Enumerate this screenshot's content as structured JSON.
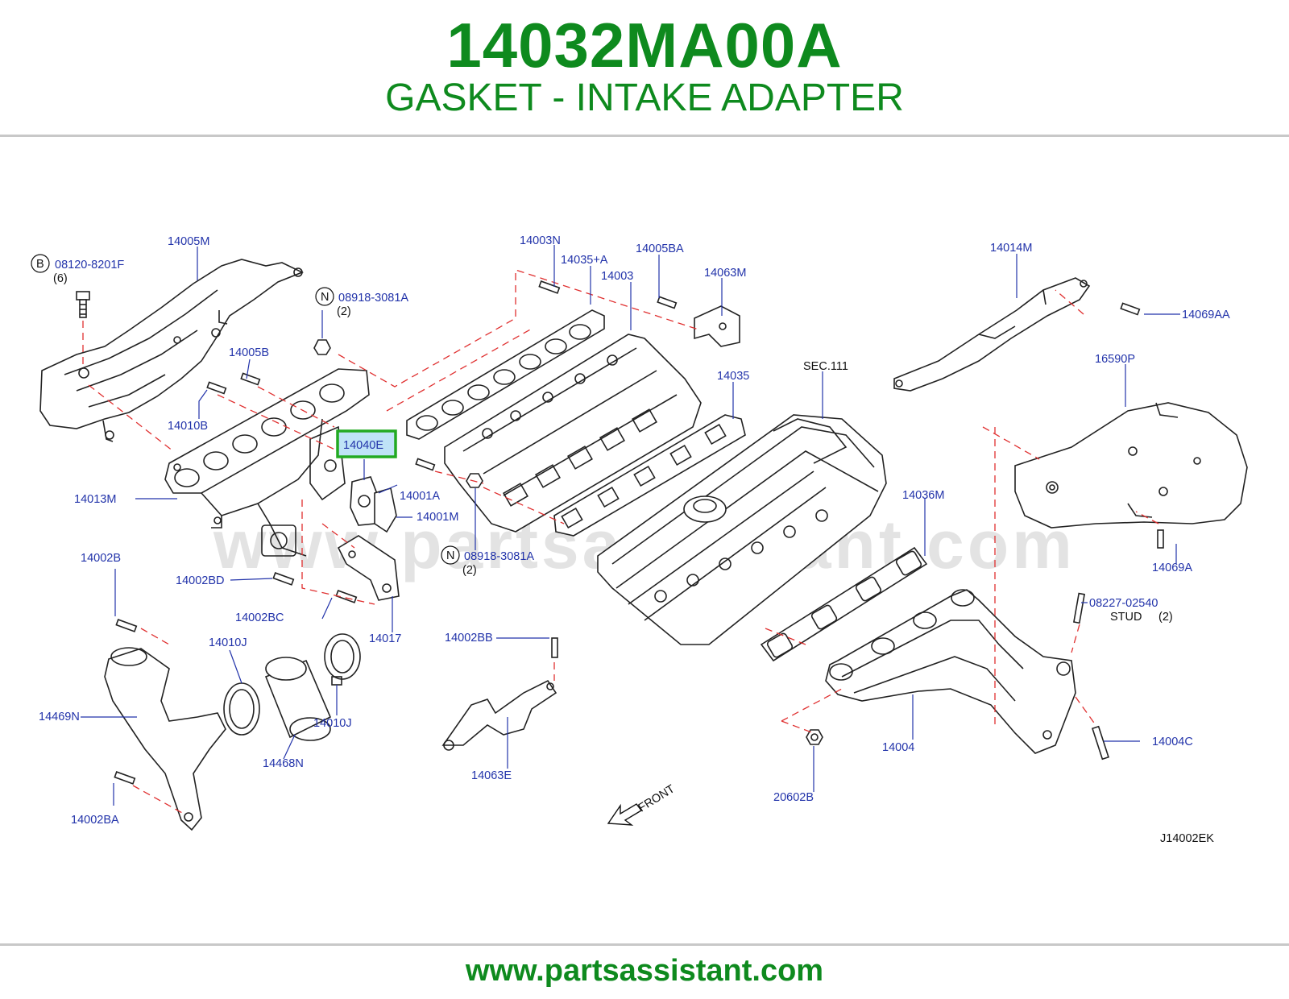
{
  "header": {
    "part_number": "14032MA00A",
    "part_name": "GASKET - INTAKE ADAPTER"
  },
  "footer": {
    "url": "www.partsassistant.com"
  },
  "watermark": "www.partsassistant.com",
  "colors": {
    "brand_green": "#0e8a1e",
    "label_blue": "#2233aa",
    "leader_red": "#e03030",
    "highlight_box": "#22aa22",
    "highlight_fill": "#bfe3f7"
  },
  "diagram": {
    "highlighted_part": "14040E",
    "drawing_id": "J14002EK",
    "front_label": "FRONT",
    "section_ref": "SEC.111",
    "fastener_b": {
      "marker": "B",
      "part": "08120-8201F",
      "qty": "(6)"
    },
    "fastener_n_top": {
      "marker": "N",
      "part": "08918-3081A",
      "qty": "(2)"
    },
    "fastener_n_mid": {
      "marker": "N",
      "part": "08918-3081A",
      "qty": "(2)"
    },
    "stud": {
      "part": "08227-02540",
      "desc": "STUD",
      "qty": "(2)"
    },
    "labels": {
      "p14005M": "14005M",
      "p14005B": "14005B",
      "p14010B": "14010B",
      "p14013M": "14013M",
      "p14003N": "14003N",
      "p14035A": "14035+A",
      "p14003": "14003",
      "p14005BA": "14005BA",
      "p14063M": "14063M",
      "p14014M": "14014M",
      "p14069AA": "14069AA",
      "p16590P": "16590P",
      "p14035": "14035",
      "p14001A": "14001A",
      "p14001M": "14001M",
      "p14036M": "14036M",
      "p14069A": "14069A",
      "p14002B": "14002B",
      "p14002BD": "14002BD",
      "p14002BC": "14002BC",
      "p14017": "14017",
      "p14002BB": "14002BB",
      "p14010J_a": "14010J",
      "p14010J_b": "14010J",
      "p14469N": "14469N",
      "p14468N": "14468N",
      "p14063E": "14063E",
      "p14002BA": "14002BA",
      "p14004": "14004",
      "p14004C": "14004C",
      "p20602B": "20602B"
    }
  }
}
